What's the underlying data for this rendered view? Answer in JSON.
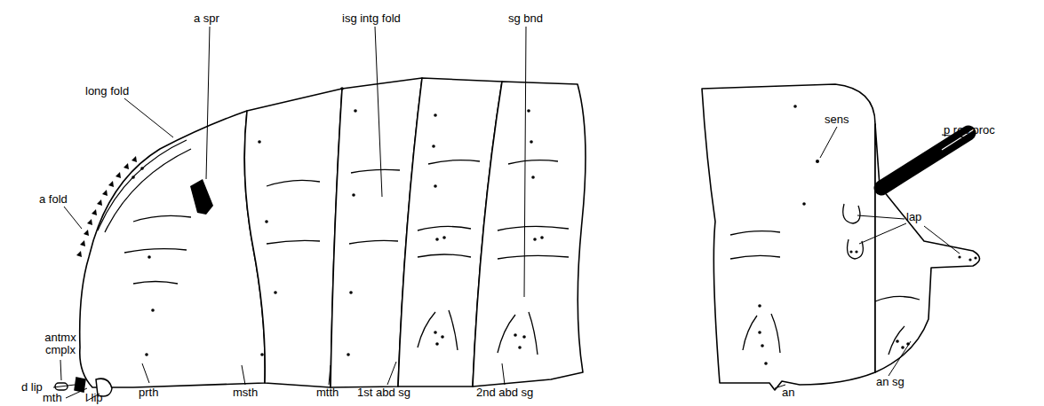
{
  "diagram": {
    "labels": [
      "isg intg fold",
      "sg bnd",
      "a spr",
      "long fold",
      "sens",
      "p res proc",
      "a fold",
      "lap",
      "antmx cmplx",
      "d lip",
      "mth",
      "l lip",
      "prth",
      "msth",
      "mtth",
      "1st abd sg",
      "2nd abd sg",
      "an",
      "an sg"
    ]
  }
}
